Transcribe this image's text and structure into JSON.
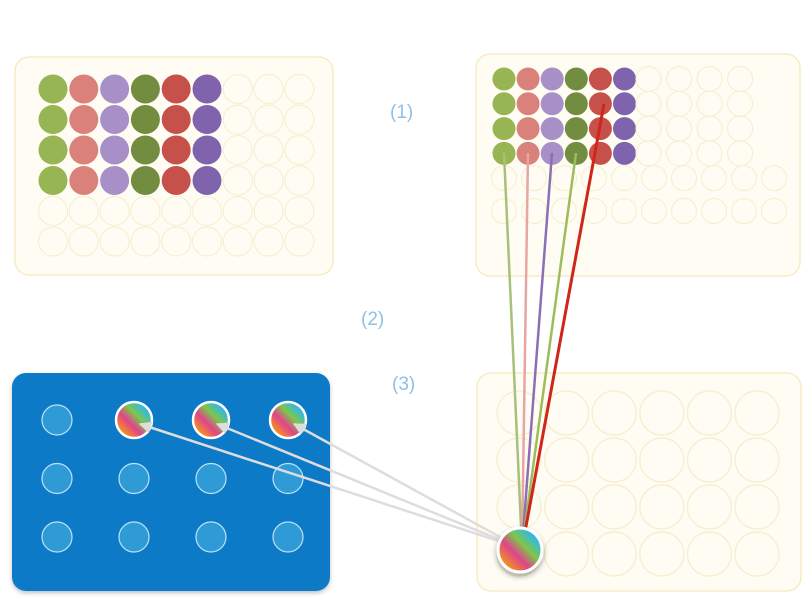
{
  "colors": {
    "plate_fill": "#fffdf3",
    "plate_border": "#f6ecc2",
    "well_ring": "#f7efd2",
    "blue_plate": "#0a7ac8",
    "blue_well": "#2f9bd6",
    "step_label": "#8fc1e6",
    "arrow": "#dddddd",
    "palette": {
      "green": "#97b552",
      "salmon": "#d9817a",
      "lavender": "#a78fc7",
      "olive": "#728d3f",
      "red": "#c6504a",
      "purple": "#7f64ad"
    },
    "lines": {
      "green": "#a8c07a",
      "pink": "#e8a6a2",
      "purple": "#8a6fb6",
      "lime": "#9dbc5c",
      "red": "#d0261a"
    }
  },
  "steps": [
    {
      "id": "1",
      "label": "(1)"
    },
    {
      "id": "2",
      "label": "(2)"
    },
    {
      "id": "3",
      "label": "(3)"
    }
  ],
  "plates": {
    "source_plate": {
      "rows": 6,
      "cols": 9,
      "filled_rows": 4,
      "column_colors": [
        "green",
        "salmon",
        "lavender",
        "olive",
        "red",
        "purple"
      ]
    },
    "destination_plate": {
      "rows": 6,
      "cols": 10,
      "filled_rows": 4,
      "column_colors": [
        "green",
        "salmon",
        "lavender",
        "olive",
        "red",
        "purple"
      ]
    },
    "mixing_plate": {
      "rows": 4,
      "cols": 6
    },
    "blue_plate": {
      "rows": 3,
      "cols": 4,
      "rainbow_wells": [
        1,
        2,
        3
      ]
    }
  },
  "icons": [
    "rainbow-mix-well-icon",
    "arrow-icon",
    "transfer-line-icon"
  ]
}
